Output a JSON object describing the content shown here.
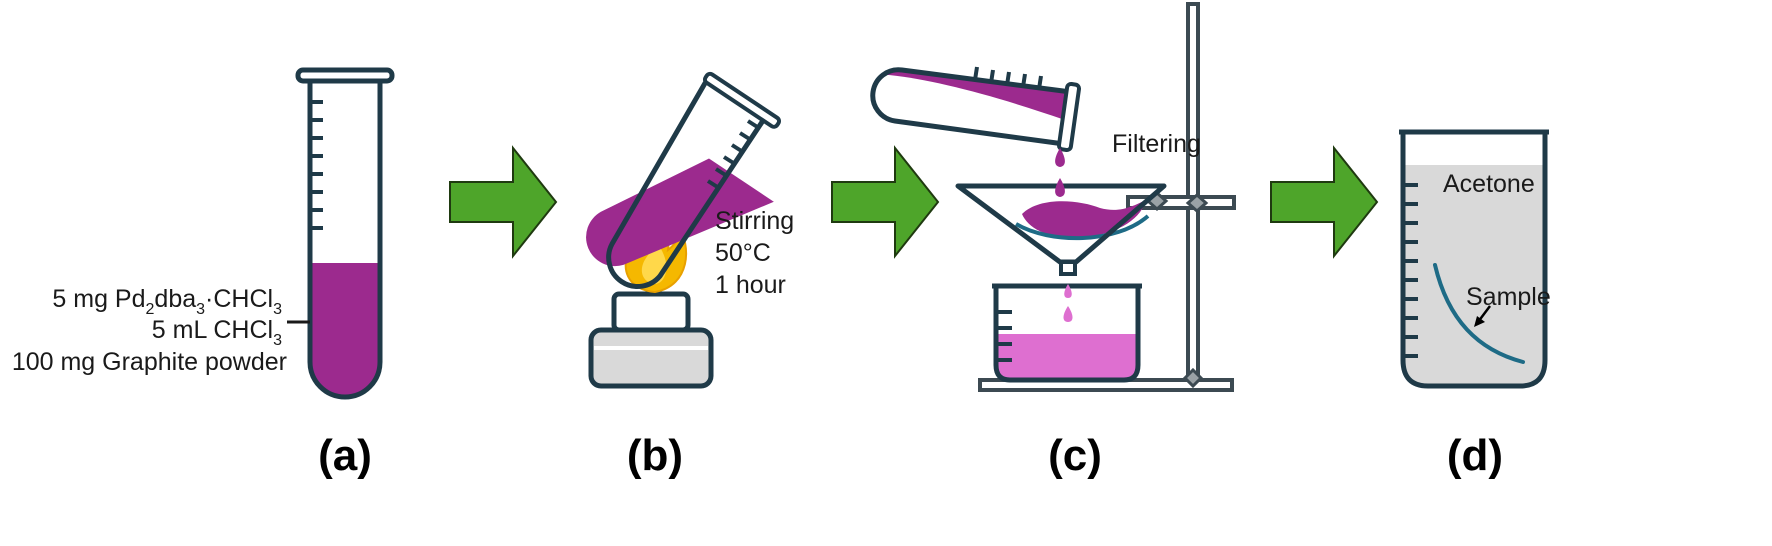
{
  "colors": {
    "outline": "#1f3a48",
    "purple": "#9c2a8e",
    "pink": "#de6fd0",
    "arrow": "#4ea52a",
    "arrow_outline": "#1f3a10",
    "grey": "#d9d9d9",
    "flame_outer": "#f5b800",
    "flame_inner": "#ffd84a",
    "sample": "#1e6b86",
    "stand": "#3c4a52",
    "clamp_grey": "#9aa2a6"
  },
  "icons": [
    "test-tube-icon",
    "flame-icon",
    "burner-icon",
    "funnel-icon",
    "beaker-icon",
    "retort-stand-icon",
    "arrow-right-icon"
  ],
  "panel_a": {
    "label": "(a)",
    "reagent_1": {
      "pre": "5 mg Pd",
      "sub1": "2",
      "mid": "dba",
      "sub2": "3",
      "post": "·CHCl",
      "sub3": "3"
    },
    "reagent_2": {
      "pre": "5 mL CHCl",
      "sub": "3"
    },
    "reagent_3": "100 mg Graphite powder"
  },
  "panel_b": {
    "label": "(b)",
    "step_1": "Stirring",
    "step_2": "50°C",
    "step_3": "1 hour"
  },
  "panel_c": {
    "label": "(c)",
    "step": "Filtering"
  },
  "panel_d": {
    "label": "(d)",
    "solvent": "Acetone",
    "sample": "Sample"
  }
}
